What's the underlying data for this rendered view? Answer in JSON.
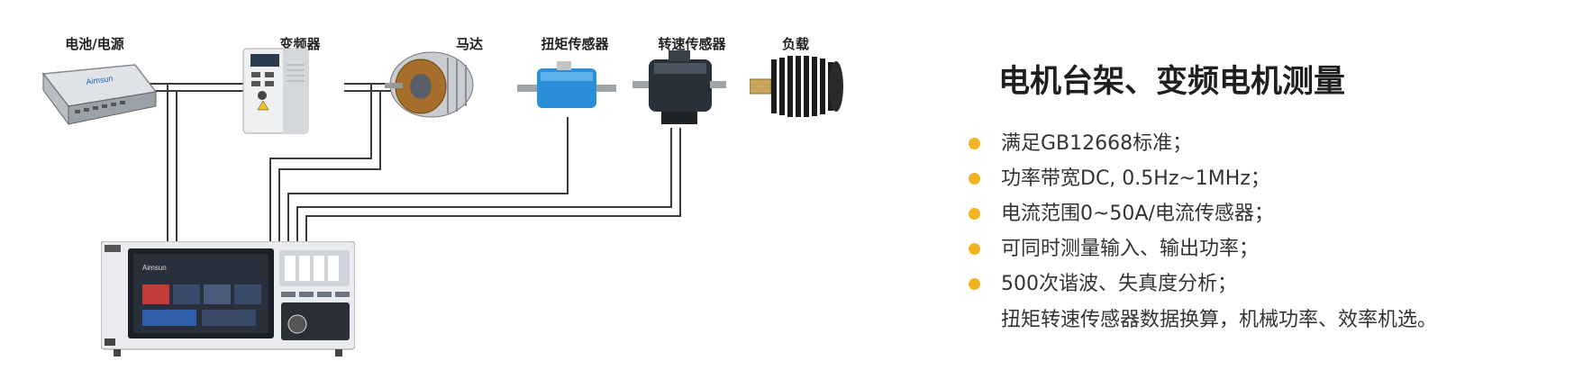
{
  "colors": {
    "accent_dot": "#f2b321",
    "wire": "#3a3a3a",
    "label": "#222222",
    "text": "#333333"
  },
  "diagram": {
    "devices": [
      {
        "id": "battery",
        "label": "电池/电源"
      },
      {
        "id": "inverter",
        "label": "变频器"
      },
      {
        "id": "motor",
        "label": "马达"
      },
      {
        "id": "torque",
        "label": "扭矩传感器"
      },
      {
        "id": "speed",
        "label": "转速传感器"
      },
      {
        "id": "load",
        "label": "负载"
      }
    ],
    "analyzer": {
      "brand": "Aimsun"
    }
  },
  "panel": {
    "title": "电机台架、变频电机测量",
    "features": [
      "满足GB12668标准；",
      "功率带宽DC, 0.5Hz~1MHz；",
      "电流范围0~50A/电流传感器；",
      "可同时测量输入、输出功率；",
      "500次谐波、失真度分析；"
    ],
    "continuation": "扭矩转速传感器数据换算，机械功率、效率机选。"
  }
}
